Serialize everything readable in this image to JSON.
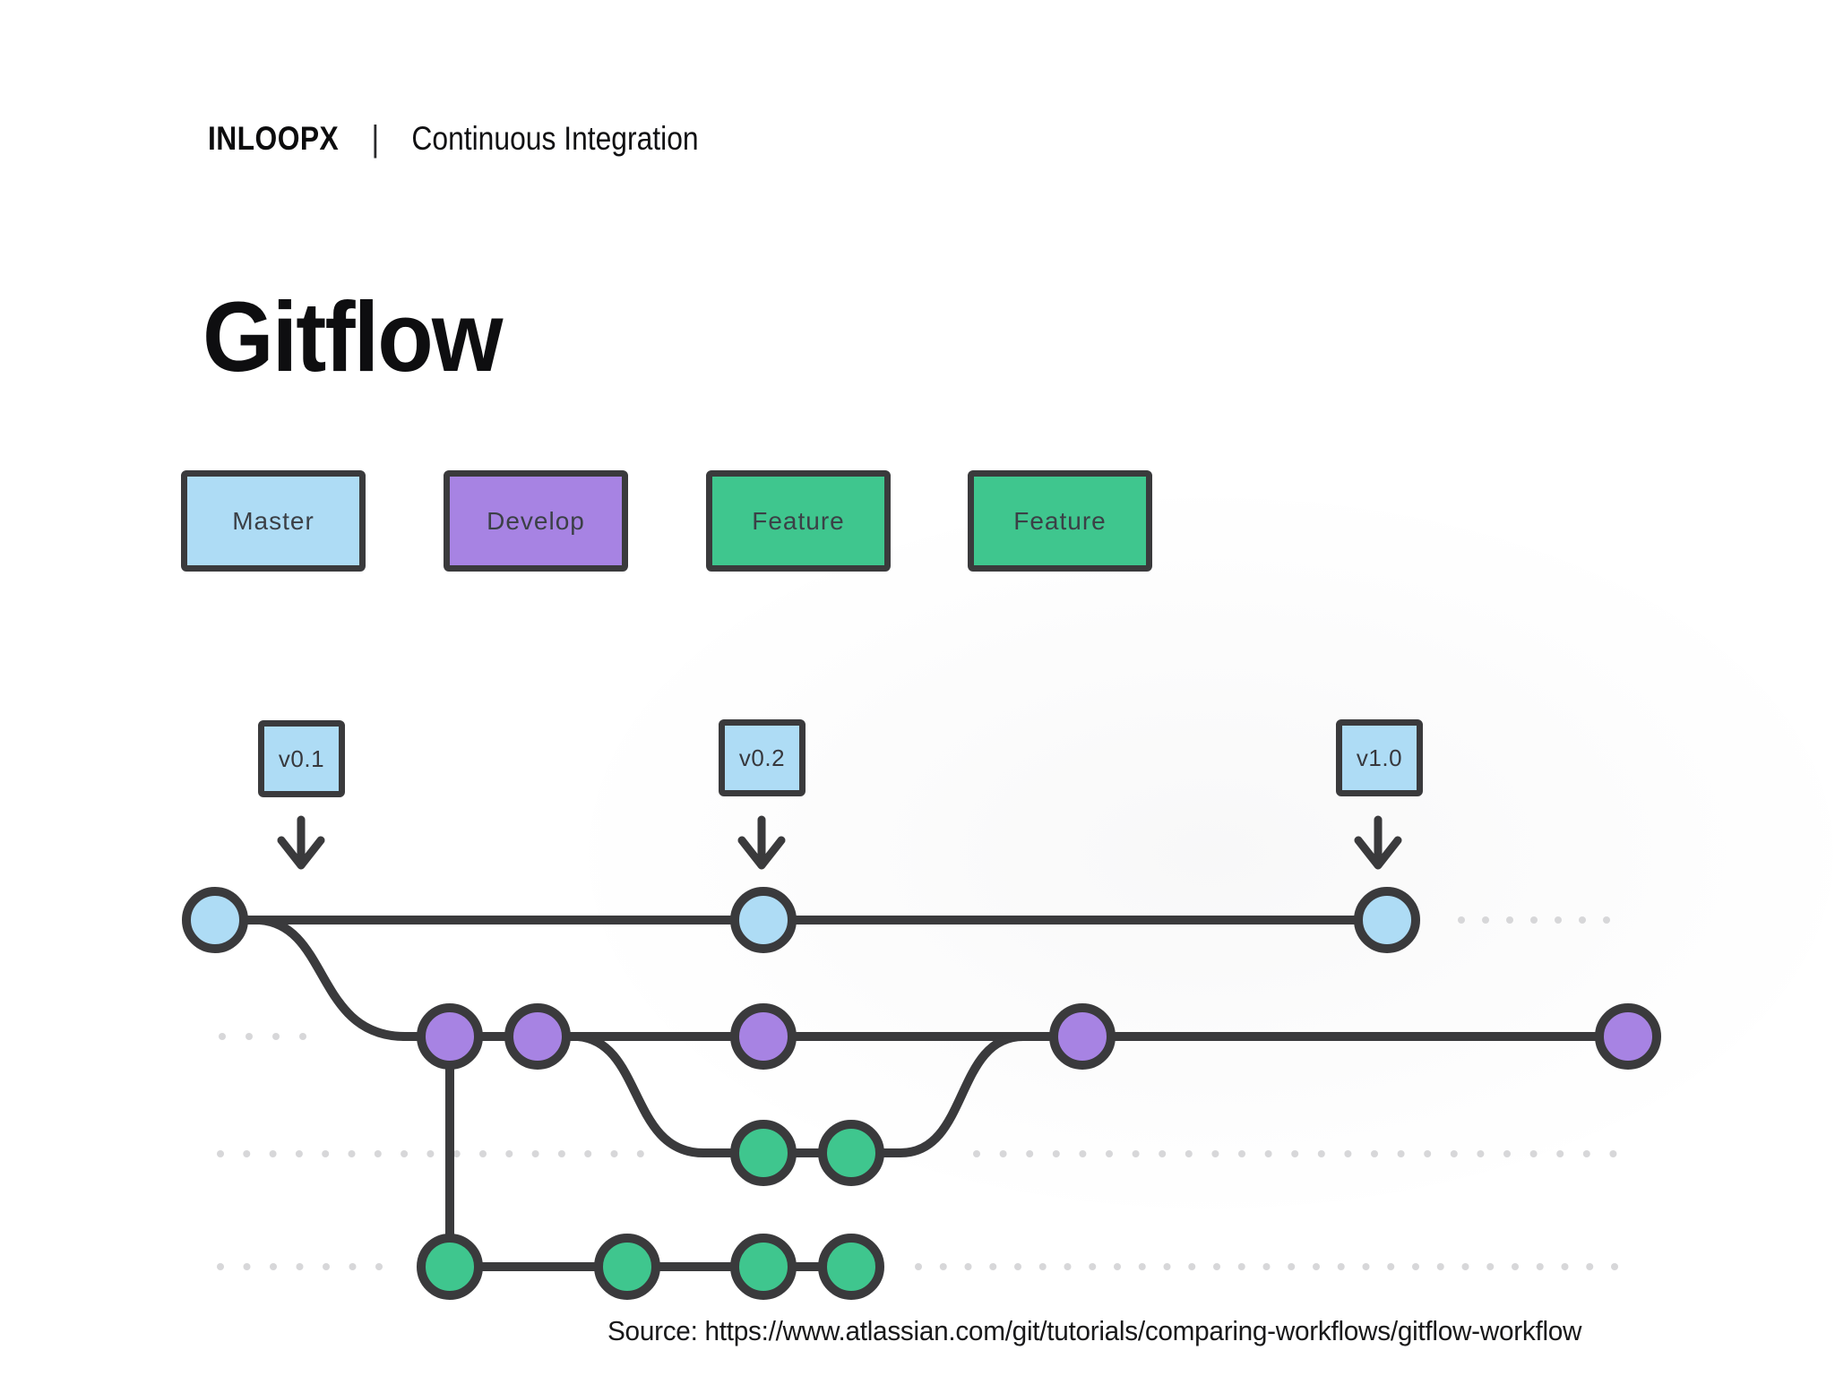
{
  "header": {
    "brand": "INLOOPX",
    "separator": "|",
    "subtitle": "Continuous Integration"
  },
  "title": "Gitflow",
  "legend": {
    "items": [
      {
        "label": "Master",
        "branch": "master",
        "color": "#aedcf5"
      },
      {
        "label": "Develop",
        "branch": "develop",
        "color": "#a783e3"
      },
      {
        "label": "Feature",
        "branch": "feature",
        "color": "#3fc68e"
      },
      {
        "label": "Feature",
        "branch": "feature",
        "color": "#3fc68e"
      }
    ]
  },
  "release_tags": [
    {
      "label": "v0.1"
    },
    {
      "label": "v0.2"
    },
    {
      "label": "v1.0"
    }
  ],
  "diagram": {
    "type": "git-branch-graph",
    "stroke_color": "#3a3a3c",
    "dot_color": "#d7d7d9",
    "branches": [
      {
        "name": "master",
        "color": "#aedcf5",
        "row": 1,
        "commits": 3,
        "releases": [
          "v0.1",
          "v0.2",
          "v1.0"
        ],
        "continues_right_dotted": true
      },
      {
        "name": "develop",
        "color": "#a783e3",
        "row": 2,
        "commits": 5,
        "branched_from": "master",
        "continues_left_dotted": true
      },
      {
        "name": "feature-1",
        "color": "#3fc68e",
        "row": 3,
        "commits": 2,
        "branched_from": "develop",
        "merges_into": "develop",
        "dotted_left": true,
        "dotted_right": true
      },
      {
        "name": "feature-2",
        "color": "#3fc68e",
        "row": 4,
        "commits": 4,
        "branched_from": "develop",
        "dotted_left": true,
        "dotted_right": true
      }
    ]
  },
  "source": {
    "text": "Source: https://www.atlassian.com/git/tutorials/comparing-workflows/gitflow-workflow"
  }
}
